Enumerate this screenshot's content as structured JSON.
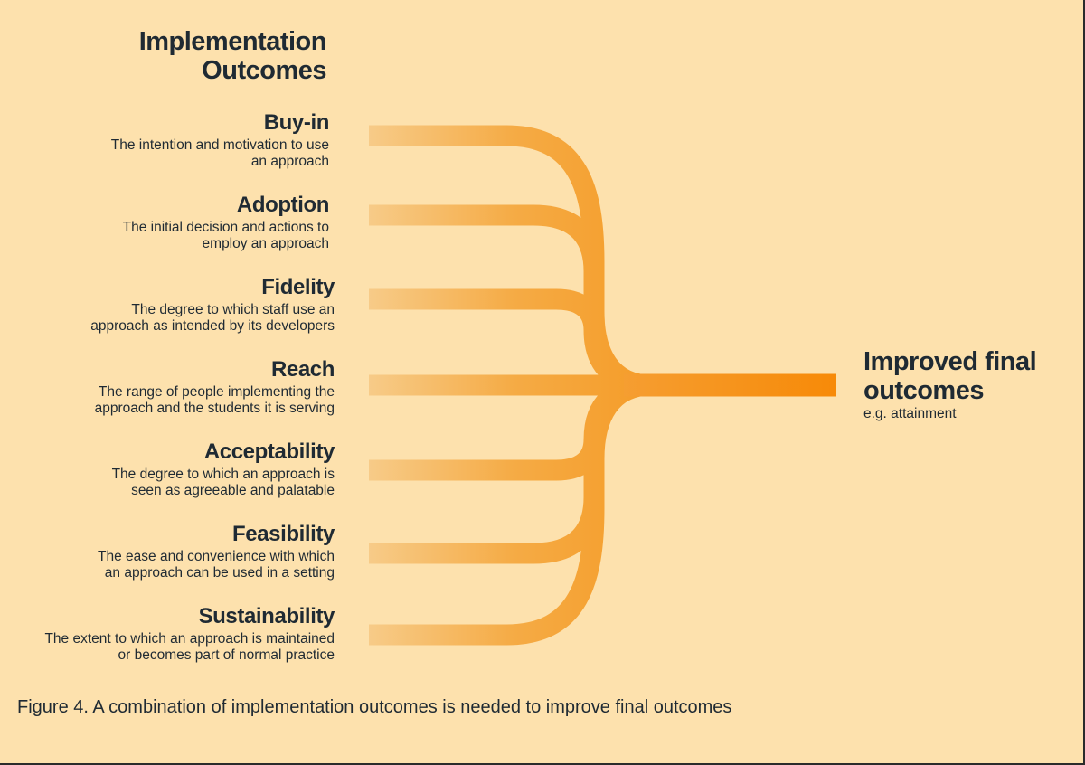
{
  "heading": {
    "line1": "Implementation",
    "line2": "Outcomes"
  },
  "outcomes": [
    {
      "name": "Buy-in",
      "desc1": "The intention and motivation to use",
      "desc2": "an approach"
    },
    {
      "name": "Adoption",
      "desc1": "The initial decision and actions to",
      "desc2": "employ an approach"
    },
    {
      "name": "Fidelity",
      "desc1": "The degree to which staff use an",
      "desc2": "approach as intended by its developers"
    },
    {
      "name": "Reach",
      "desc1": "The range of people implementing the",
      "desc2": "approach and the students it is serving"
    },
    {
      "name": "Acceptability",
      "desc1": "The degree to which an approach is",
      "desc2": "seen as agreeable and palatable"
    },
    {
      "name": "Feasibility",
      "desc1": "The ease and convenience with which",
      "desc2": "an approach can be used in a setting"
    },
    {
      "name": "Sustainability",
      "desc1": "The extent to which an approach is maintained",
      "desc2": "or becomes part of normal practice"
    }
  ],
  "final": {
    "line1": "Improved final",
    "line2": "outcomes",
    "sub": "e.g. attainment"
  },
  "caption": "Figure 4. A combination of implementation outcomes is needed to improve final outcomes",
  "colors": {
    "background": "#fde1ad",
    "stream_light": "#f7c57a",
    "stream_mid": "#f5a63c",
    "stream_dark": "#f78c0c",
    "text": "#1f2a33"
  }
}
